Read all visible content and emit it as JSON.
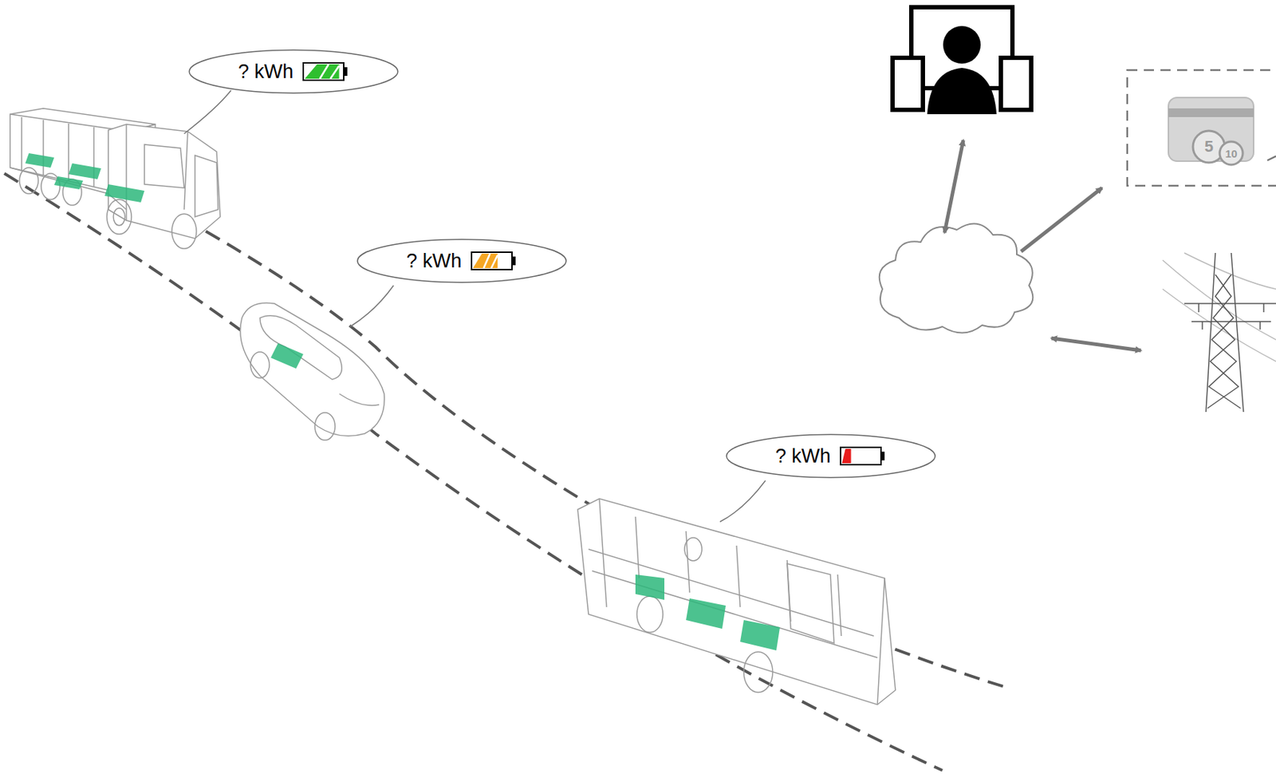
{
  "diagram": {
    "nodes": [
      {
        "text": [
          "? kWh"
        ]
      },
      {
        "text": [
          "? kWh"
        ]
      },
      {
        "text": [
          "? kWh"
        ]
      }
    ],
    "labels": [
      "5",
      "10"
    ]
  }
}
